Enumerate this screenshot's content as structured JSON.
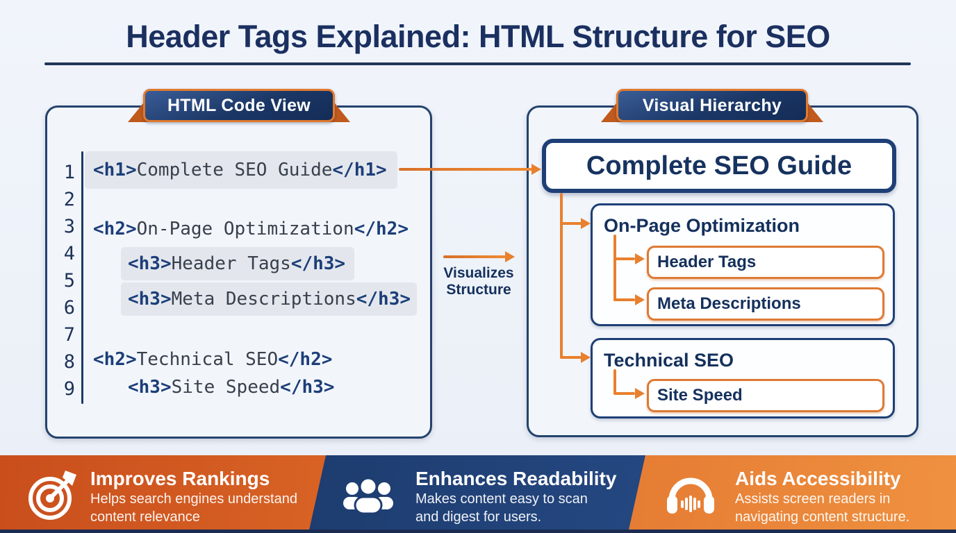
{
  "title": "Header Tags Explained: HTML Structure for SEO",
  "left_panel": {
    "badge": "HTML Code View",
    "gutter": [
      "1",
      "2",
      "3",
      "4",
      "5",
      "6",
      "7",
      "8",
      "9"
    ],
    "code": [
      {
        "open": "<h1>",
        "text": "Complete SEO Guide",
        "close": "</h1>"
      },
      {
        "open": "<h2>",
        "text": "On-Page Optimization",
        "close": "</h2>"
      },
      {
        "open": "<h3>",
        "text": "Header Tags",
        "close": "</h3>"
      },
      {
        "open": "<h3>",
        "text": "Meta Descriptions",
        "close": "</h3>"
      },
      {
        "open": "<h2>",
        "text": "Technical SEO",
        "close": "</h2>"
      },
      {
        "open": "<h3>",
        "text": "Site Speed",
        "close": "</h3>"
      }
    ]
  },
  "connector_label": {
    "line1": "Visualizes",
    "line2": "Structure"
  },
  "right_panel": {
    "badge": "Visual Hierarchy",
    "h1_box": "Complete SEO Guide",
    "sections": [
      {
        "title": "On-Page Optimization",
        "children": [
          "Header Tags",
          "Meta Descriptions"
        ]
      },
      {
        "title": "Technical SEO",
        "children": [
          "Site Speed"
        ]
      }
    ]
  },
  "footer": {
    "features": [
      {
        "icon": "target-icon",
        "heading": "Improves Rankings",
        "line1": "Helps search engines understand",
        "line2": "content relevance"
      },
      {
        "icon": "people-icon",
        "heading": "Enhances Readability",
        "line1": "Makes content easy to scan",
        "line2": "and digest for users."
      },
      {
        "icon": "headphones-icon",
        "heading": "Aids Accessibility",
        "line1": "Assists screen readers in",
        "line2": "navigating content structure."
      }
    ]
  },
  "colors": {
    "navy": "#1b3060",
    "panel_border": "#24426d",
    "orange": "#e8802e",
    "ribbon_orange": "#c05a1d",
    "code_tag": "#1c3e78",
    "code_text": "#39404c",
    "highlight": "#e3e7ed",
    "footer_navy": "#16335f",
    "footer_orange": "#d55b1f"
  }
}
